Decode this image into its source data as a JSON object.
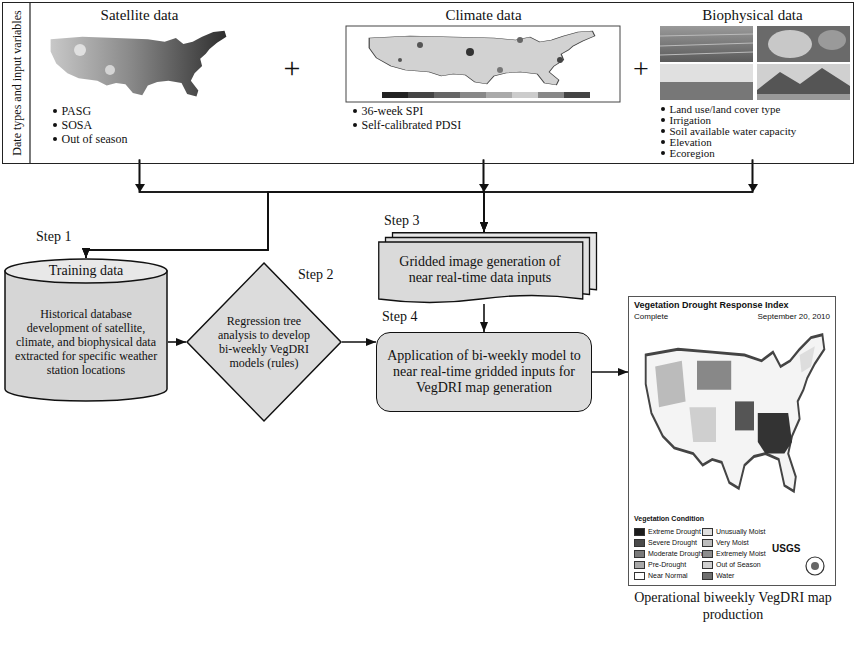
{
  "diagram": {
    "nodes": [
      {
        "text": [
          "Date types and input variables"
        ]
      },
      {
        "text": [
          "Satellite data",
          "PASG",
          "SOSA",
          "Out of season"
        ],
        "in": 0
      },
      {
        "text": [
          "Climate data",
          "36-week SPI",
          "Self-calibrated PDSI"
        ],
        "in": 0
      },
      {
        "text": [
          "Biophysical data",
          "Land use/land cover type",
          "Irrigation",
          "Soil available water capacity",
          "Elevation",
          "Ecoregion"
        ],
        "in": 0
      },
      {
        "text": [
          "Training data",
          "Historical database development of satellite, climate, and biophysical data extracted for specific weather station locations"
        ]
      },
      {
        "text": [
          "Regression tree analysis to develop bi-weekly VegDRI models (rules)"
        ]
      },
      {
        "text": [
          "Gridded image generation of near real-time data inputs"
        ]
      },
      {
        "text": [
          "Application of bi-weekly model to near real-time gridded inputs for VegDRI map generation"
        ]
      },
      {
        "text": [
          "Vegetation Drought Response Index",
          "Complete",
          "September 20, 2010",
          "Operational biweekly VegDRI map production"
        ]
      }
    ],
    "edges": [
      {
        "from": 1,
        "to": 4,
        "arrow": "to"
      },
      {
        "from": 2,
        "to": 4,
        "arrow": "to"
      },
      {
        "from": 3,
        "to": 4,
        "arrow": "to"
      },
      {
        "from": 1,
        "to": 6,
        "arrow": "to"
      },
      {
        "from": 2,
        "to": 6,
        "arrow": "to"
      },
      {
        "from": 3,
        "to": 6,
        "arrow": "to"
      },
      {
        "from": 4,
        "to": 5,
        "arrow": "to"
      },
      {
        "from": 5,
        "to": 7,
        "arrow": "to"
      },
      {
        "from": 6,
        "to": 7,
        "arrow": "to"
      },
      {
        "from": 7,
        "to": 8,
        "arrow": "to"
      }
    ],
    "labels": [
      "+",
      "+",
      "Step 1",
      "Step 2",
      "Step 3",
      "Step 4",
      "Vegetation Condition",
      "USGS"
    ],
    "legend": [
      {
        "text": "Extreme Drought",
        "color": "#1c1c1c"
      },
      {
        "text": "Severe Drought",
        "color": "#4a4a4a"
      },
      {
        "text": "Moderate Drought",
        "color": "#7a7a7a"
      },
      {
        "text": "Pre-Drought",
        "color": "#a8a8a8"
      },
      {
        "text": "Near Normal",
        "color": "#ffffff"
      },
      {
        "text": "Unusually Moist",
        "color": "#dedede"
      },
      {
        "text": "Very Moist",
        "color": "#bdbdbd"
      },
      {
        "text": "Extremely Moist",
        "color": "#8c8c8c"
      },
      {
        "text": "Out of Season",
        "color": "#cfcfcf"
      },
      {
        "text": "Water",
        "color": "#6e6e6e"
      }
    ]
  }
}
